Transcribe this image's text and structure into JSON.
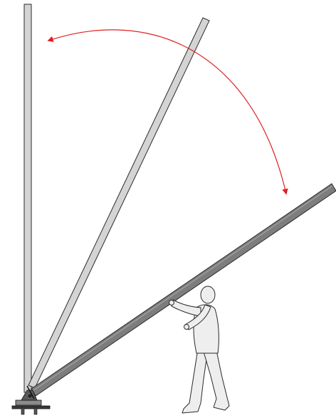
{
  "diagram": {
    "kind": "illustration",
    "subject": "mast-raising-with-hinged-base",
    "mast_positions": [
      "vertical",
      "mid-tilt",
      "low-tilt-held"
    ],
    "rotation_arrow": {
      "direction": "both-ways",
      "color": "#e02020"
    },
    "colors": {
      "mast_light": "#d4d4d4",
      "mast_dark": "#7a7a7a",
      "outline": "#2a2a2a",
      "person_fill": "#eeeeee",
      "base": "#3a3a3a",
      "arrow": "#e02020"
    }
  }
}
